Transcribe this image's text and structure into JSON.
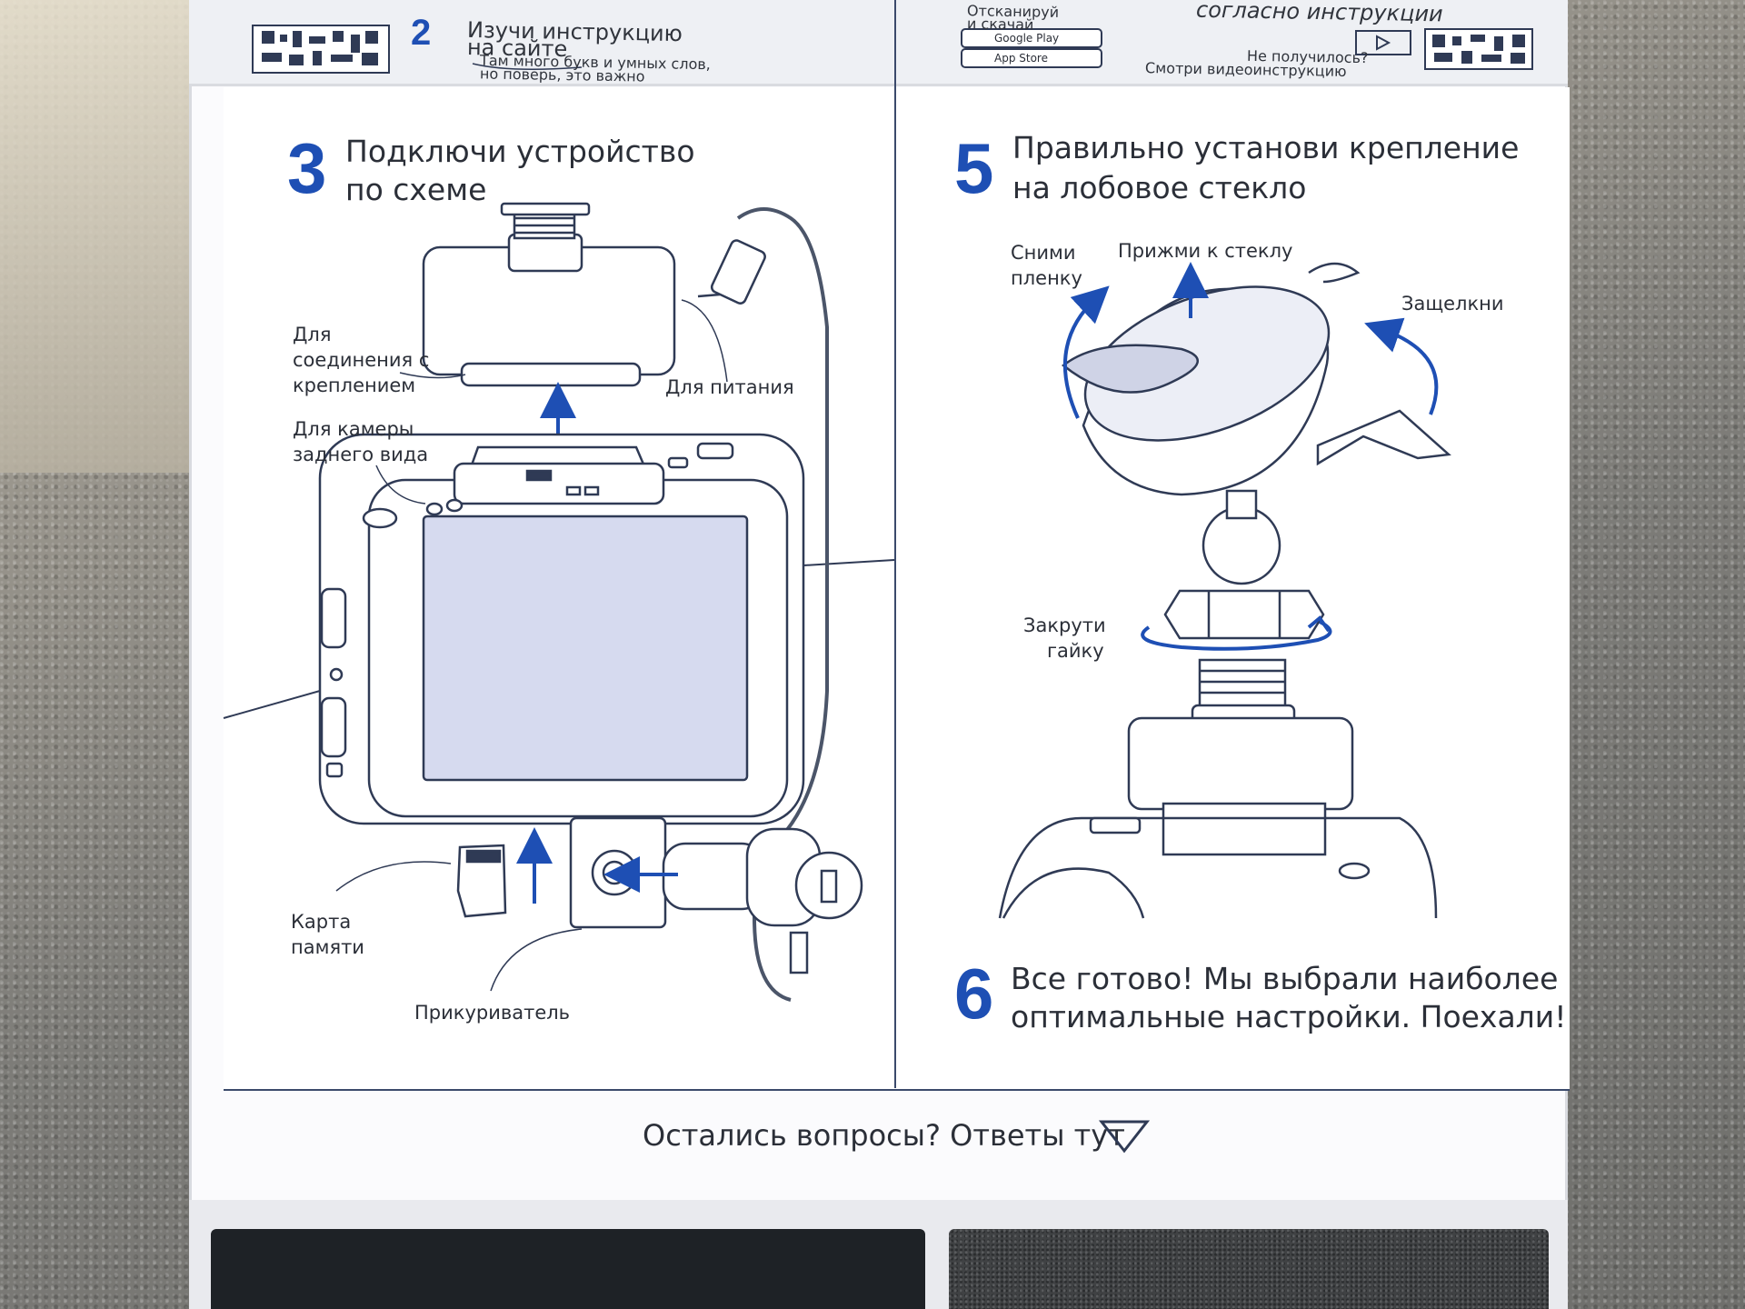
{
  "lid": {
    "step2_number": "2",
    "step2_title_line1": "Изучи инструкцию",
    "step2_title_line2": "на сайте",
    "step2_sub_line1": "Там много букв и умных слов,",
    "step2_sub_line2": "но поверь, это важно",
    "scan_line1": "Отсканируй",
    "scan_line2": "и скачай",
    "google_play": "Google Play",
    "app_store": "App Store",
    "top_right_text": "согласно инструкции",
    "fail_line1": "Не получилось?",
    "fail_line2": "Смотри видеоинструкцию"
  },
  "step3": {
    "number": "3",
    "title_line1": "Подключи устройство",
    "title_line2": "по схеме",
    "labels": {
      "mount_line1": "Для",
      "mount_line2": "соединения с",
      "mount_line3": "креплением",
      "rear_cam_line1": "Для камеры",
      "rear_cam_line2": "заднего вида",
      "power": "Для питания",
      "memory_line1": "Карта",
      "memory_line2": "памяти",
      "lighter": "Прикуриватель"
    }
  },
  "step5": {
    "number": "5",
    "title_line1": "Правильно установи крепление",
    "title_line2": "на лобовое стекло",
    "labels": {
      "film_line1": "Сними",
      "film_line2": "пленку",
      "press": "Прижми к стеклу",
      "click": "Защелкни",
      "nut_line1": "Закрути",
      "nut_line2": "гайку"
    }
  },
  "step6": {
    "number": "6",
    "text_line1": "Все готово! Мы выбрали наиболее",
    "text_line2": "оптимальные настройки. Поехали!"
  },
  "footer": {
    "questions": "Остались вопросы? Ответы тут"
  },
  "colors": {
    "accent_blue": "#1e4fb4",
    "line_dark": "#2f3a55",
    "text": "#2b2f38"
  }
}
